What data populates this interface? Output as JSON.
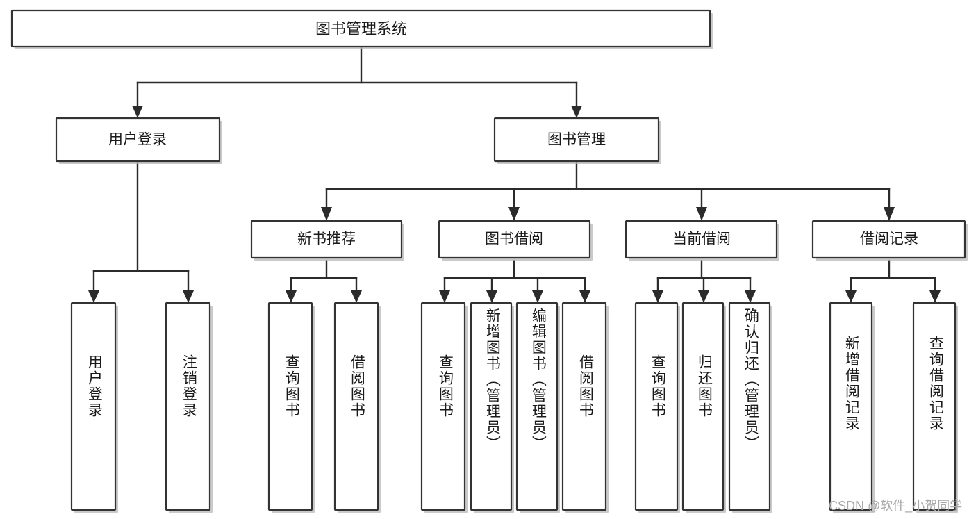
{
  "diagram": {
    "title": "图书管理系统",
    "watermark": "CSDN @软件_小贺同学",
    "colors": {
      "background": "#ffffff",
      "box_fill": "#ffffff",
      "box_stroke": "#333333",
      "line": "#2b2b2b",
      "text": "#1a1a1a",
      "watermark": "#a8a8a8"
    },
    "root": {
      "label": "图书管理系统"
    },
    "level1": [
      {
        "label": "用户登录"
      },
      {
        "label": "图书管理"
      }
    ],
    "level2": [
      {
        "label": "新书推荐"
      },
      {
        "label": "图书借阅"
      },
      {
        "label": "当前借阅"
      },
      {
        "label": "借阅记录"
      }
    ],
    "leaves": {
      "user_login": [
        {
          "label": "用户登录"
        },
        {
          "label": "注销登录"
        }
      ],
      "new_book_recommend": [
        {
          "label": "查询图书"
        },
        {
          "label": "借阅图书"
        }
      ],
      "book_borrow": [
        {
          "label": "查询图书"
        },
        {
          "label": "新增图书（管理员）"
        },
        {
          "label": "编辑图书（管理员）"
        },
        {
          "label": "借阅图书"
        }
      ],
      "current_borrow": [
        {
          "label": "查询图书"
        },
        {
          "label": "归还图书"
        },
        {
          "label": "确认归还（管理员）"
        }
      ],
      "borrow_record": [
        {
          "label": "新增借阅记录"
        },
        {
          "label": "查询借阅记录"
        }
      ]
    }
  }
}
